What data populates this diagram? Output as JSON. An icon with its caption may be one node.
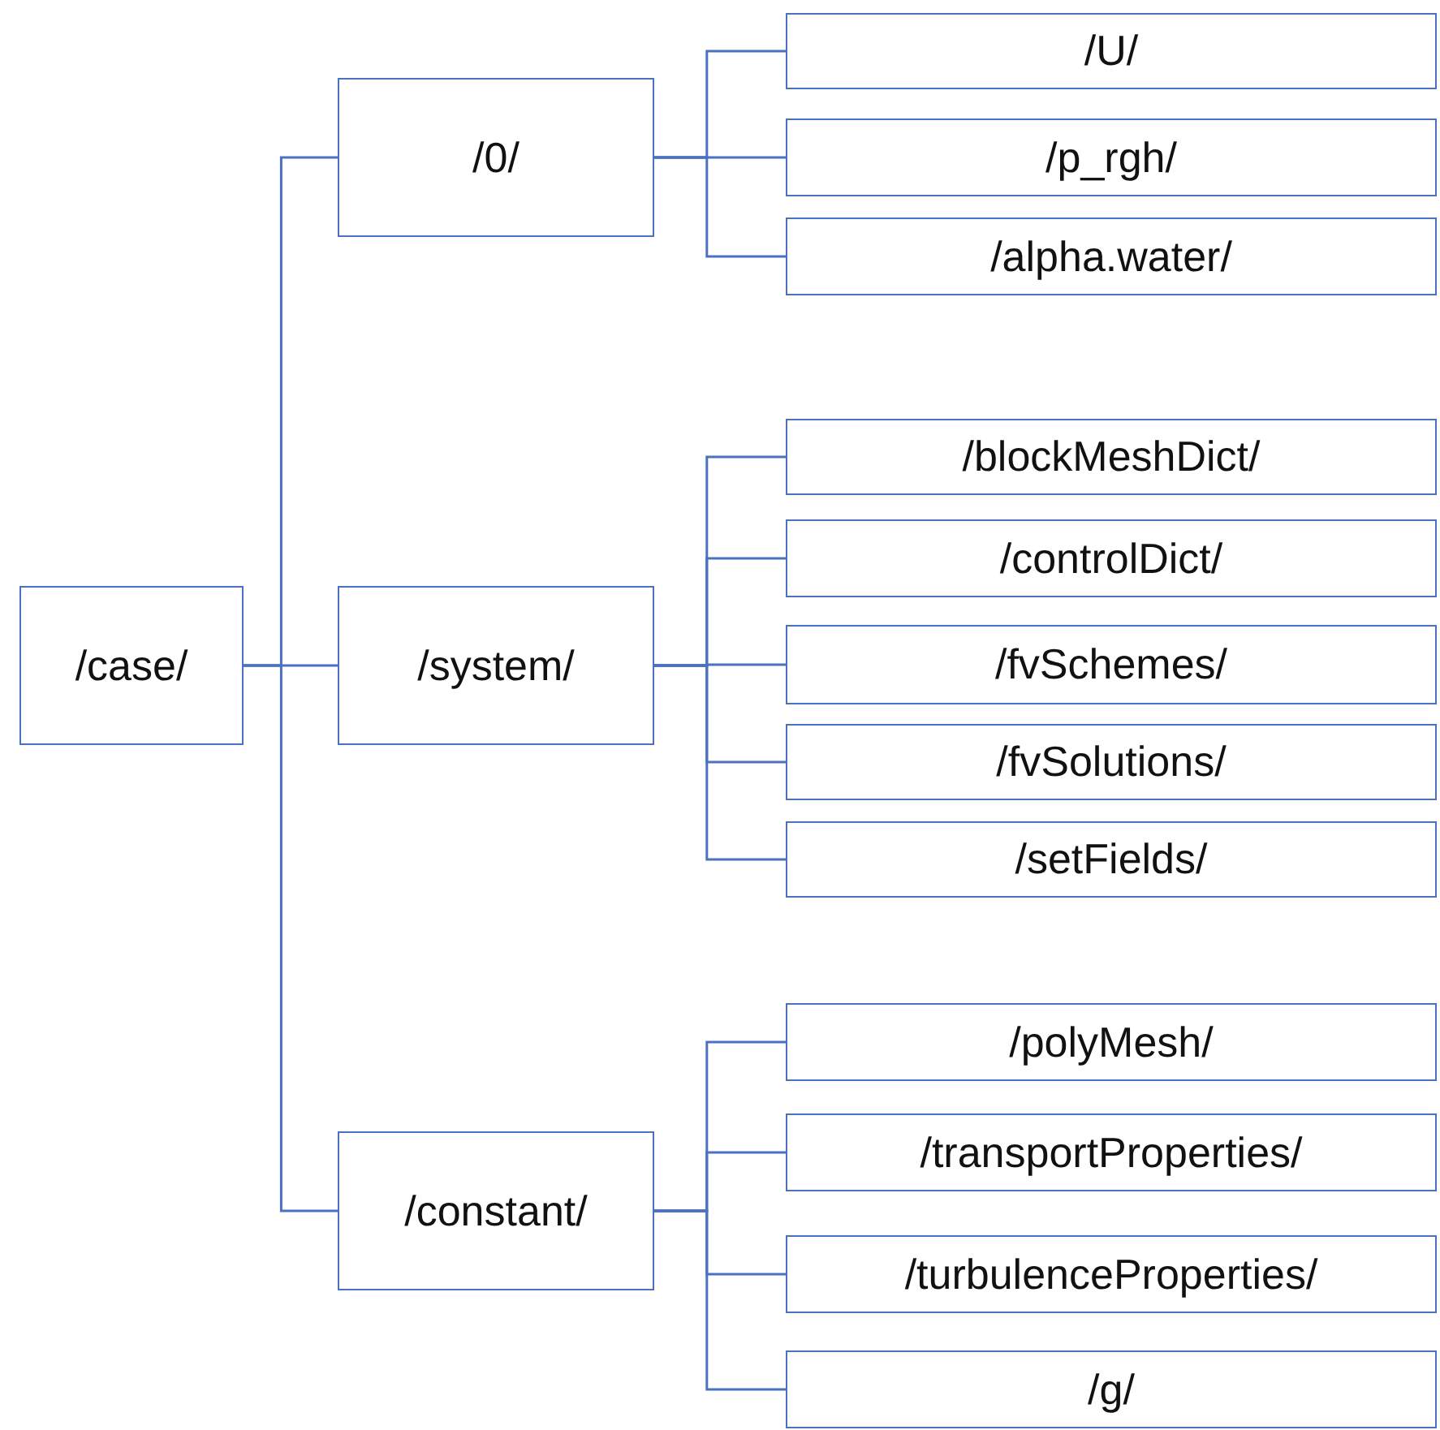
{
  "diagram": {
    "nodes": [
      {
        "text": [
          "/case/"
        ]
      },
      {
        "text": [
          "/0/"
        ]
      },
      {
        "text": [
          "/system/"
        ]
      },
      {
        "text": [
          "/constant/"
        ]
      },
      {
        "text": [
          "/U/"
        ]
      },
      {
        "text": [
          "/p_rgh/"
        ]
      },
      {
        "text": [
          "/alpha.water/"
        ]
      },
      {
        "text": [
          "/blockMeshDict/"
        ]
      },
      {
        "text": [
          "/controlDict/"
        ]
      },
      {
        "text": [
          "/fvSchemes/"
        ]
      },
      {
        "text": [
          "/fvSolutions/"
        ]
      },
      {
        "text": [
          "/setFields/"
        ]
      },
      {
        "text": [
          "/polyMesh/"
        ]
      },
      {
        "text": [
          "/transportProperties/"
        ]
      },
      {
        "text": [
          "/turbulenceProperties/"
        ]
      },
      {
        "text": [
          "/g/"
        ]
      }
    ],
    "edges": [
      {
        "from": 0,
        "to": 1,
        "arrow": "none"
      },
      {
        "from": 0,
        "to": 2,
        "arrow": "none"
      },
      {
        "from": 0,
        "to": 3,
        "arrow": "none"
      },
      {
        "from": 1,
        "to": 4,
        "arrow": "none"
      },
      {
        "from": 1,
        "to": 5,
        "arrow": "none"
      },
      {
        "from": 1,
        "to": 6,
        "arrow": "none"
      },
      {
        "from": 2,
        "to": 7,
        "arrow": "none"
      },
      {
        "from": 2,
        "to": 8,
        "arrow": "none"
      },
      {
        "from": 2,
        "to": 9,
        "arrow": "none"
      },
      {
        "from": 2,
        "to": 10,
        "arrow": "none"
      },
      {
        "from": 2,
        "to": 11,
        "arrow": "none"
      },
      {
        "from": 3,
        "to": 12,
        "arrow": "none"
      },
      {
        "from": 3,
        "to": 13,
        "arrow": "none"
      },
      {
        "from": 3,
        "to": 14,
        "arrow": "none"
      },
      {
        "from": 3,
        "to": 15,
        "arrow": "none"
      }
    ]
  }
}
